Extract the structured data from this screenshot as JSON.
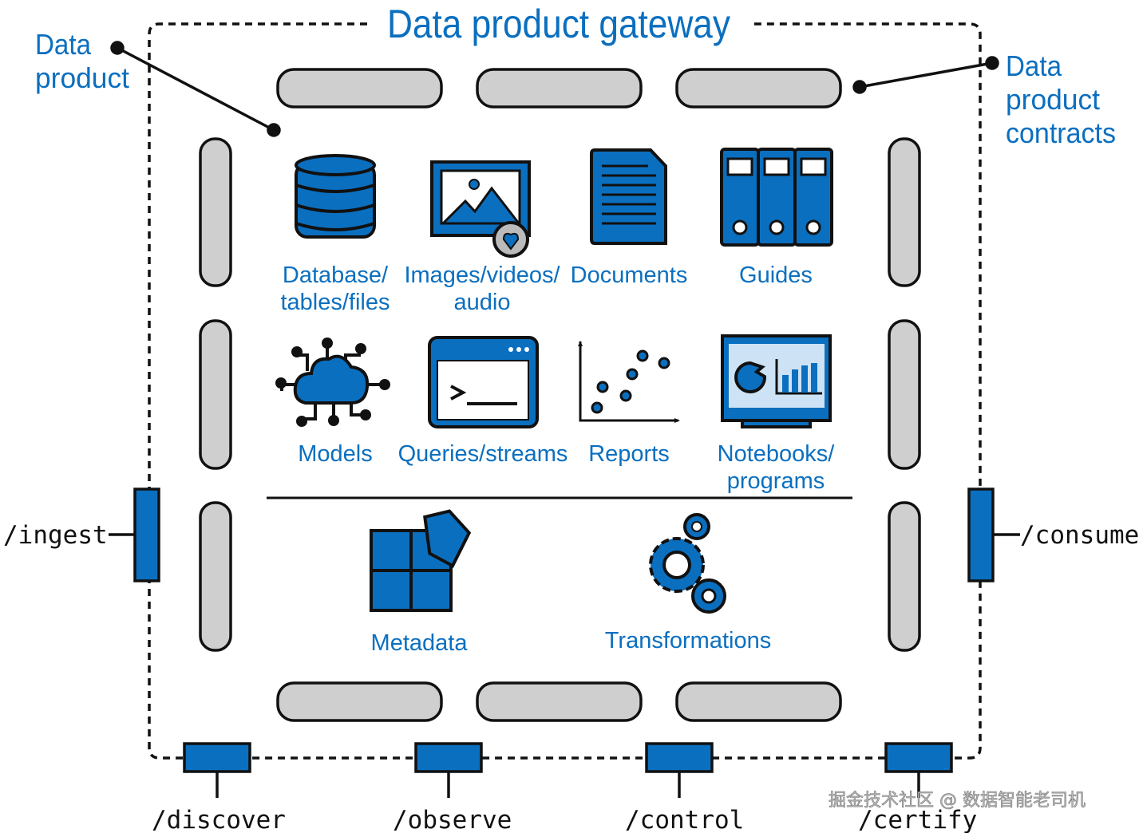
{
  "title": "Data product gateway",
  "left_label": [
    "Data",
    "product"
  ],
  "right_label": [
    "Data",
    "product",
    "contracts"
  ],
  "assets": [
    {
      "icon": "database-icon",
      "label": [
        "Database/",
        "tables/files"
      ]
    },
    {
      "icon": "image-icon",
      "label": [
        "Images/videos/",
        "audio"
      ]
    },
    {
      "icon": "document-icon",
      "label": [
        "Documents"
      ]
    },
    {
      "icon": "binders-icon",
      "label": [
        "Guides"
      ]
    },
    {
      "icon": "cloud-network-icon",
      "label": [
        "Models"
      ]
    },
    {
      "icon": "terminal-icon",
      "label": [
        "Queries/streams"
      ]
    },
    {
      "icon": "scatter-plot-icon",
      "label": [
        "Reports"
      ]
    },
    {
      "icon": "dashboard-monitor-icon",
      "label": [
        "Notebooks/",
        "programs"
      ]
    },
    {
      "icon": "puzzle-icon",
      "label": [
        "Metadata"
      ]
    },
    {
      "icon": "gears-icon",
      "label": [
        "Transformations"
      ]
    }
  ],
  "ports": {
    "ingest": "/ingest",
    "consume": "/consume",
    "discover": "/discover",
    "observe": "/observe",
    "control": "/control",
    "certify": "/certify"
  },
  "watermark": "掘金技术社区 @ 数据智能老司机",
  "colors": {
    "accent": "#0b6fbf",
    "contract": "#cfcfcf"
  }
}
